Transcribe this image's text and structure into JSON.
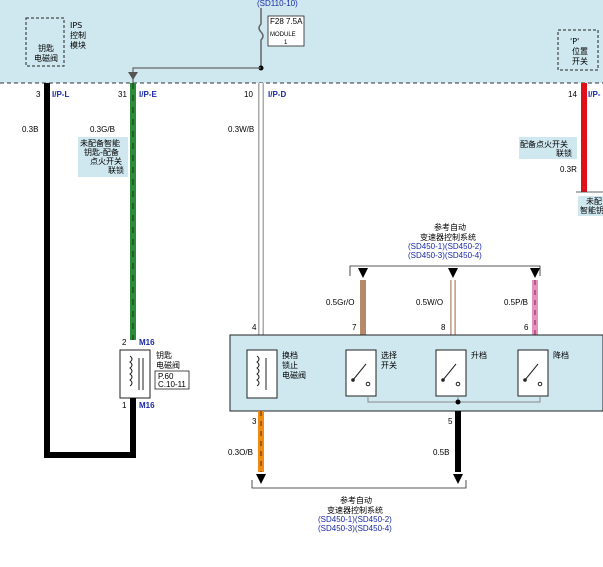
{
  "top_module": {
    "ips_label": [
      "IPS",
      "控制",
      "模块"
    ],
    "key_valve_label": [
      "钥匙",
      "电磁阀"
    ],
    "fuse_label": "F28 7.5A",
    "fuse_module": [
      "MODULE",
      "1"
    ],
    "sd_ref_top": "(SD110-10)",
    "p_position_label": [
      "'P'",
      "位置",
      "开关"
    ]
  },
  "connectors": {
    "c1": {
      "pin": "3",
      "name": "I/P-L"
    },
    "c2": {
      "pin": "31",
      "name": "I/P-E"
    },
    "c3": {
      "pin": "10",
      "name": "I/P-D"
    },
    "c4": {
      "pin": "14",
      "name": "I/P-"
    }
  },
  "wires": {
    "w1": "0.3B",
    "w2": "0.3G/B",
    "w3": "0.3W/B",
    "w4": "0.3R",
    "w5": "0.5Gr/O",
    "w6": "0.5W/O",
    "w7": "0.5P/B",
    "w8": "0.3O/B",
    "w9": "0.5B"
  },
  "notes": {
    "no_smart_key": [
      "未配备智能",
      "钥匙-配备",
      "点火开关",
      "联锁"
    ],
    "with_ignition": [
      "配备点火开关",
      "联锁"
    ],
    "right_cut": [
      "未配",
      "智能钥"
    ]
  },
  "refs": {
    "auto_trans_top": [
      "参考自动",
      "变速器控制系统",
      "(SD450-1)(SD450-2)",
      "(SD450-3)(SD450-4)"
    ],
    "auto_trans_bottom": [
      "参考自动",
      "变速器控制系统",
      "(SD450-1)(SD450-2)",
      "(SD450-3)(SD450-4)"
    ]
  },
  "key_solenoid": {
    "pin_top": "2",
    "conn_top": "M16",
    "pin_bottom": "1",
    "conn_bottom": "M16",
    "label": [
      "钥匙",
      "电磁阀"
    ],
    "page_ref": [
      "P.60",
      "C.10-11"
    ]
  },
  "shift_module": {
    "pins_top": [
      "4",
      "7",
      "8",
      "6"
    ],
    "pins_bottom": [
      "3",
      "5"
    ],
    "lock_label": [
      "换档",
      "锁止",
      "电磁阀"
    ],
    "select_label": [
      "选择",
      "开关"
    ],
    "upshift_label": "升档",
    "downshift_label": "降档"
  },
  "colors": {
    "module_bg": "#cfe8f0",
    "wire_green": "#2e8b3a",
    "wire_red": "#e0101a",
    "wire_orange": "#f08a10",
    "wire_pink": "#e98fc0",
    "wire_brown": "#b58a6a",
    "wire_wo": "#e6c8b8"
  }
}
